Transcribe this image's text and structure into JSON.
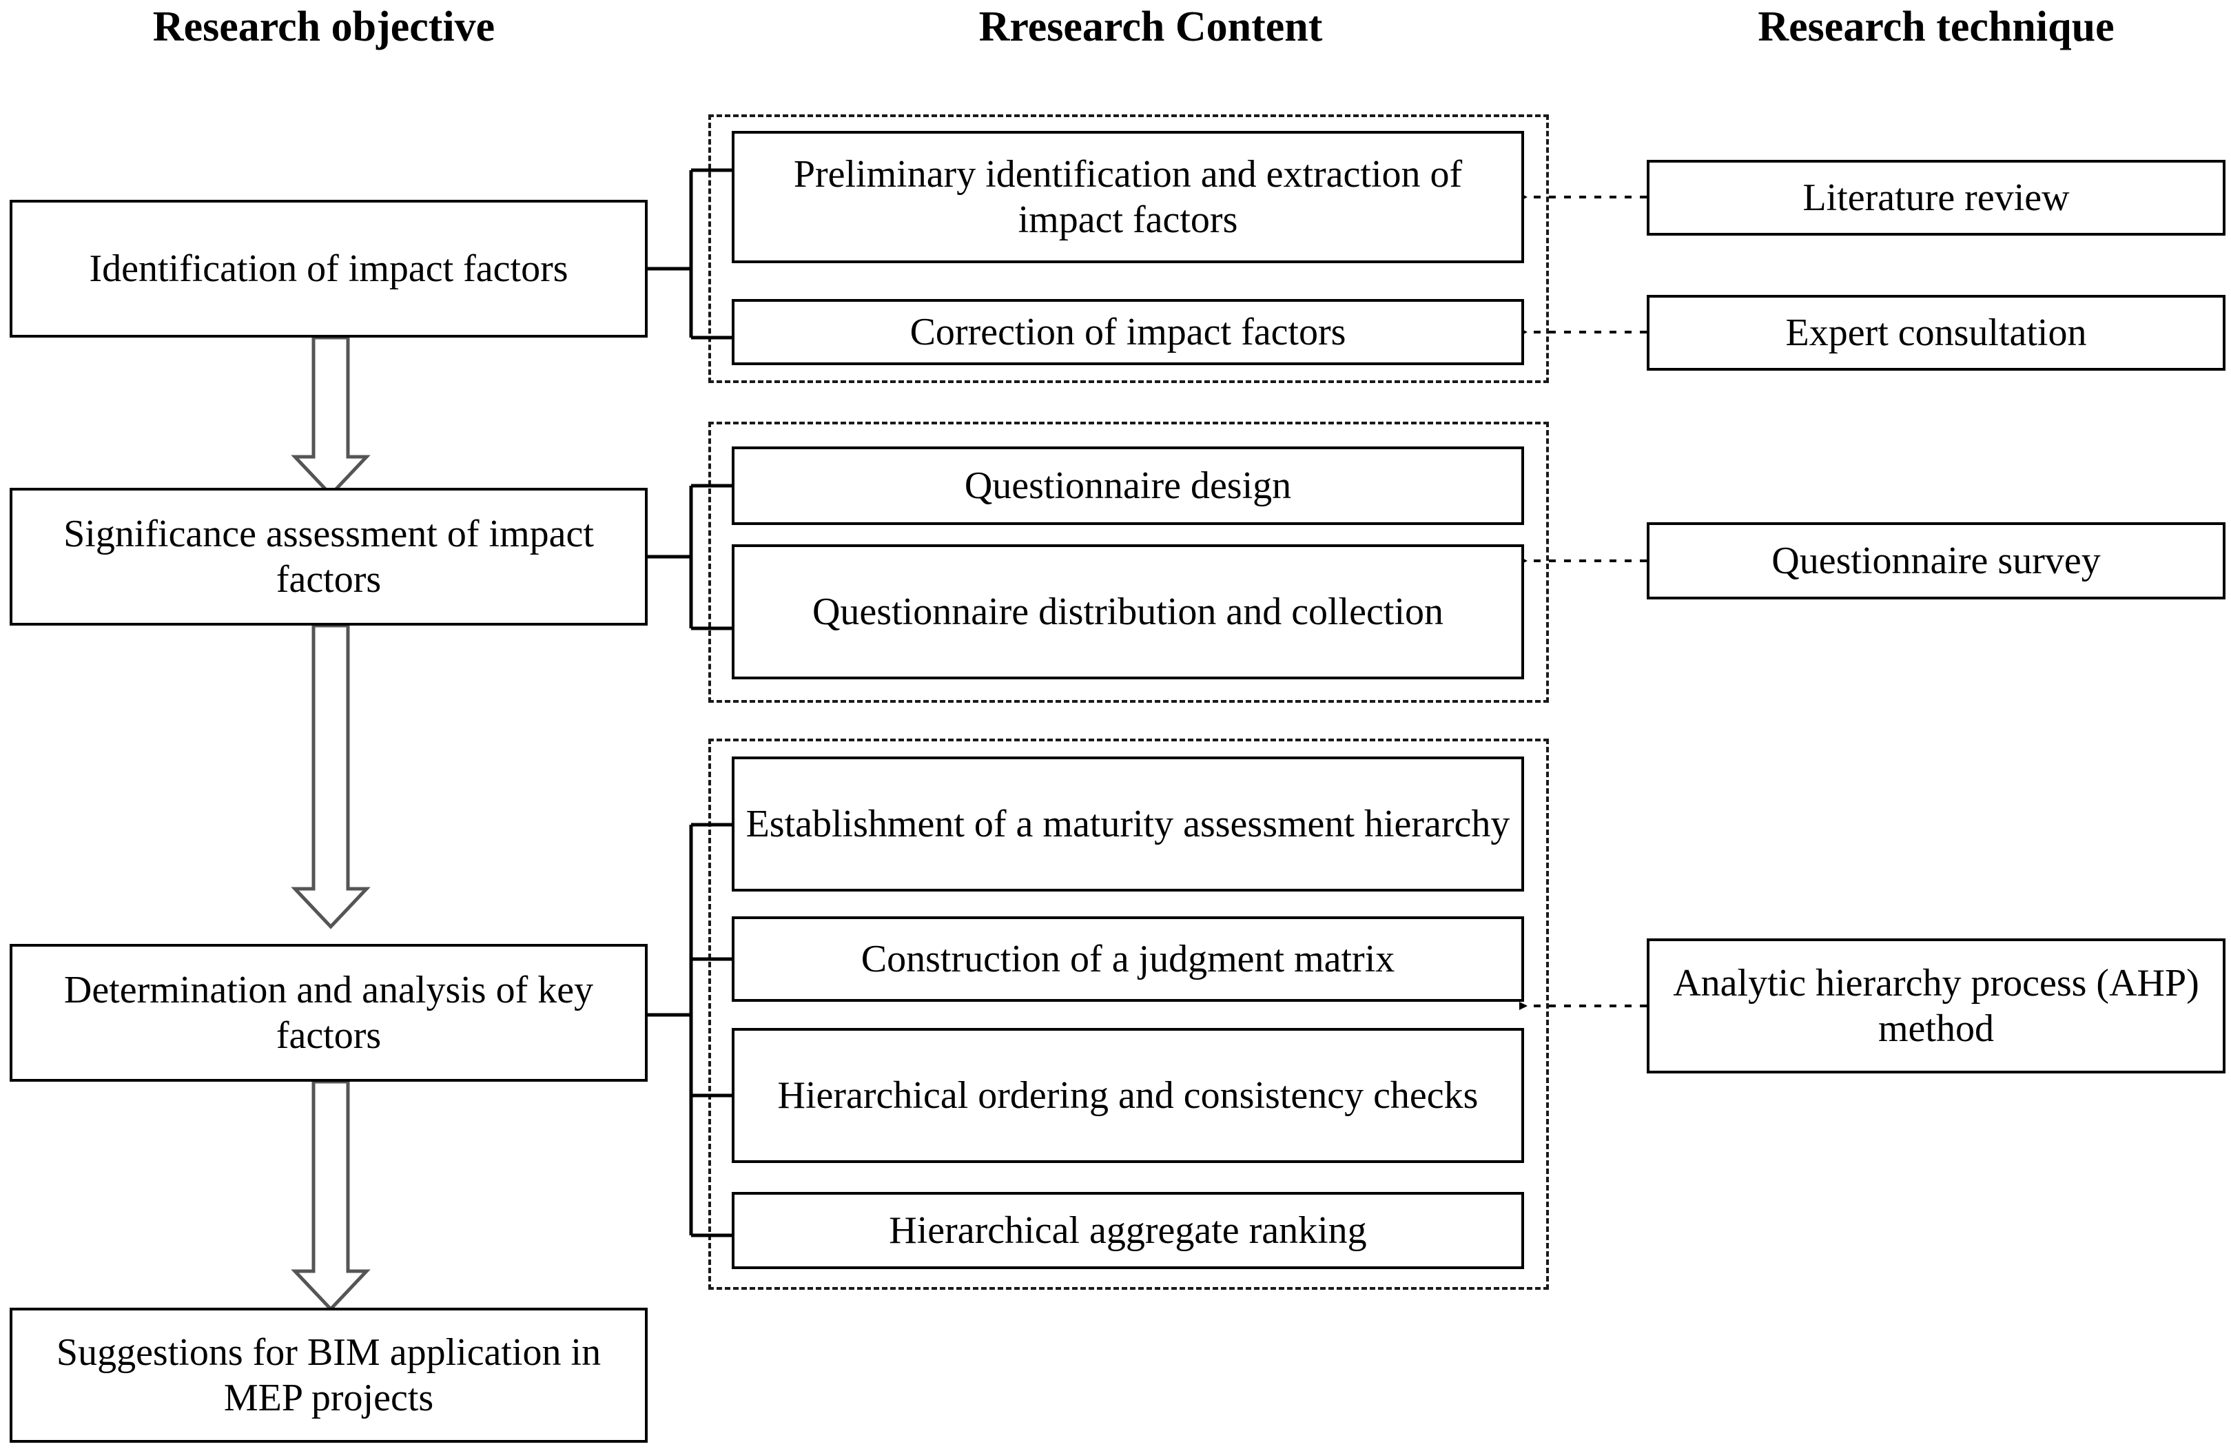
{
  "figure": {
    "type": "flowchart",
    "columns": [
      {
        "id": "objective",
        "title": "Research objective"
      },
      {
        "id": "content",
        "title": "Rresearch Content"
      },
      {
        "id": "technique",
        "title": "Research technique"
      }
    ]
  },
  "objective_nodes": [
    {
      "id": "obj1",
      "label": "Identification of impact factors"
    },
    {
      "id": "obj2",
      "label": "Significance assessment of impact factors"
    },
    {
      "id": "obj3",
      "label": "Determination and analysis of key factors"
    },
    {
      "id": "obj4",
      "label": "Suggestions for BIM application in MEP projects"
    }
  ],
  "content_groups": [
    {
      "id": "grp1",
      "items": [
        {
          "id": "c1",
          "label": "Preliminary identification and extraction of impact factors"
        },
        {
          "id": "c2",
          "label": "Correction of impact factors"
        }
      ]
    },
    {
      "id": "grp2",
      "items": [
        {
          "id": "c3",
          "label": "Questionnaire design"
        },
        {
          "id": "c4",
          "label": "Questionnaire distribution and collection"
        }
      ]
    },
    {
      "id": "grp3",
      "items": [
        {
          "id": "c5",
          "label": "Establishment of a maturity assessment hierarchy"
        },
        {
          "id": "c6",
          "label": "Construction of a judgment matrix"
        },
        {
          "id": "c7",
          "label": "Hierarchical ordering and consistency checks"
        },
        {
          "id": "c8",
          "label": "Hierarchical aggregate ranking"
        }
      ]
    }
  ],
  "technique_nodes": [
    {
      "id": "t1",
      "label": "Literature review"
    },
    {
      "id": "t2",
      "label": "Expert consultation"
    },
    {
      "id": "t3",
      "label": "Questionnaire survey"
    },
    {
      "id": "t4",
      "label": "Analytic hierarchy process (AHP) method"
    }
  ],
  "colors": {
    "stroke": "#000000",
    "dashed_stroke": "#1a1a1a",
    "fill": "#ffffff",
    "text": "#000000"
  }
}
